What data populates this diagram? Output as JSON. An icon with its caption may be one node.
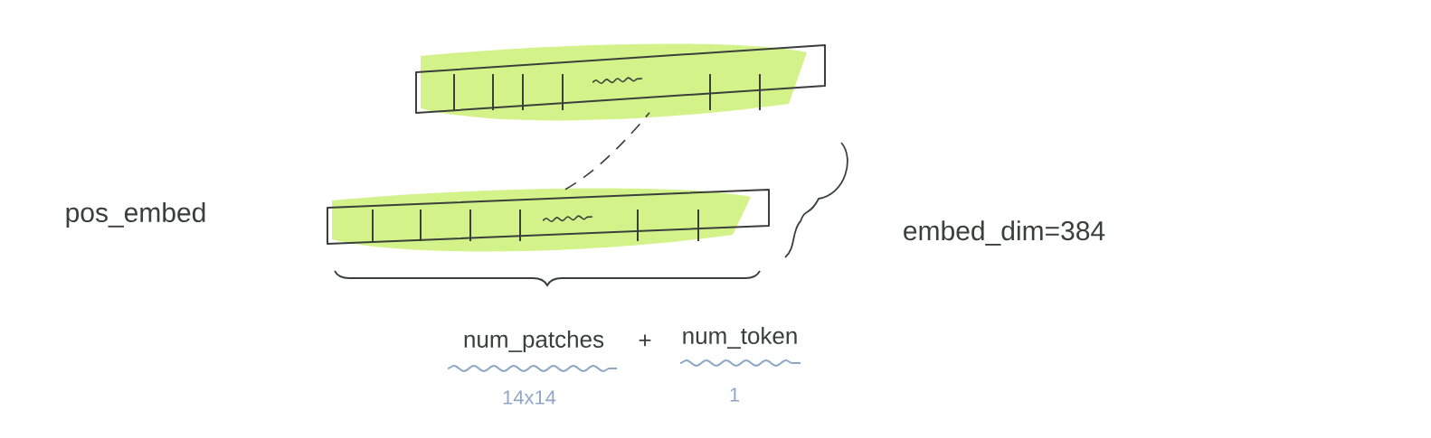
{
  "diagram": {
    "nodes": [
      {
        "text": [],
        "shape": "bar"
      },
      {
        "text": [],
        "shape": "bar"
      }
    ],
    "edges": [
      {
        "from": 1,
        "to": 0,
        "arrow": "none",
        "style": "dashed"
      }
    ],
    "labels": [
      "pos_embed",
      "embed_dim=384",
      "num_patches",
      "+",
      "num_token",
      "14x14",
      "1"
    ]
  }
}
